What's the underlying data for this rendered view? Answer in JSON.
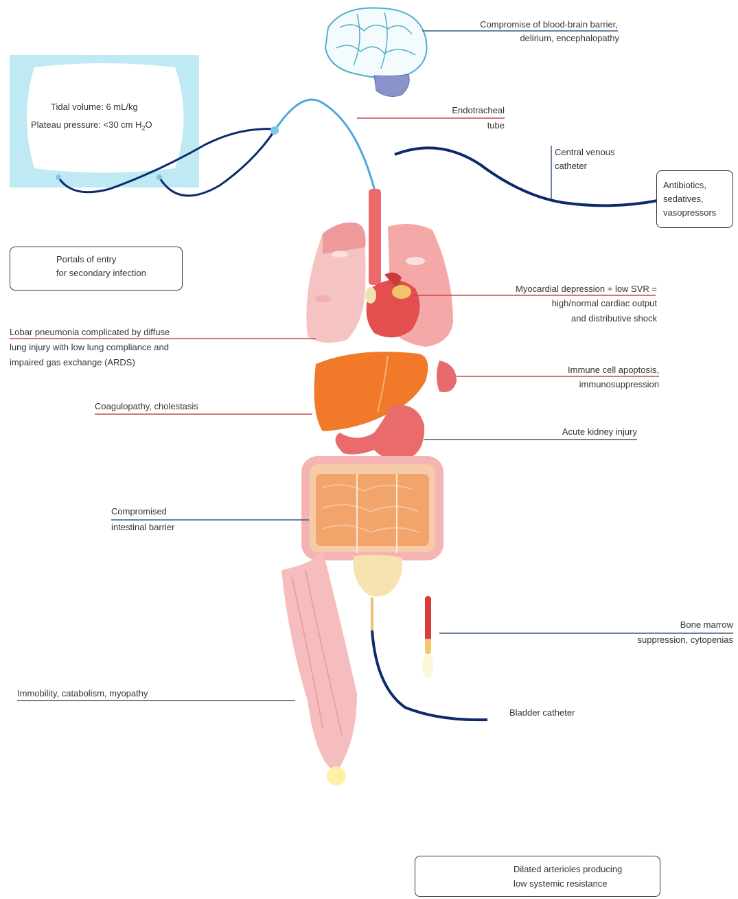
{
  "ventilator": {
    "tidal_volume": "Tidal volume: 6 mL/kg",
    "plateau_prefix": "Plateau pressure: <30 cm H",
    "plateau_sub": "2",
    "plateau_suffix": "O"
  },
  "legend": {
    "portals_line1": "Portals of entry",
    "portals_line2": "for secondary infection",
    "arterioles_line1": "Dilated arterioles producing",
    "arterioles_line2": "low systemic resistance"
  },
  "drug_box": {
    "line1": "Antibiotics,",
    "line2": "sedatives,",
    "line3": "vasopressors"
  },
  "labels": {
    "brain_1": "Compromise of blood-brain barrier,",
    "brain_2": "delirium, encephalopathy",
    "et_tube_1": "Endotracheal",
    "et_tube_2": "tube",
    "cvc_1": "Central venous",
    "cvc_2": "catheter",
    "heart_1": "Myocardial depression + low SVR =",
    "heart_2": "high/normal cardiac output",
    "heart_3": "and distributive shock",
    "lung_1": "Lobar pneumonia complicated by diffuse",
    "lung_2": "lung injury with low lung compliance and",
    "lung_3": "impaired gas exchange (ARDS)",
    "spleen_1": "Immune cell apoptosis,",
    "spleen_2": "immunosuppression",
    "liver": "Coagulopathy, cholestasis",
    "kidney": "Acute kidney injury",
    "gut_1": "Compromised",
    "gut_2": "intestinal barrier",
    "marrow_1": "Bone marrow",
    "marrow_2": "suppression, cytopenias",
    "muscle": "Immobility, catabolism, myopathy",
    "bladder": "Bladder catheter"
  }
}
